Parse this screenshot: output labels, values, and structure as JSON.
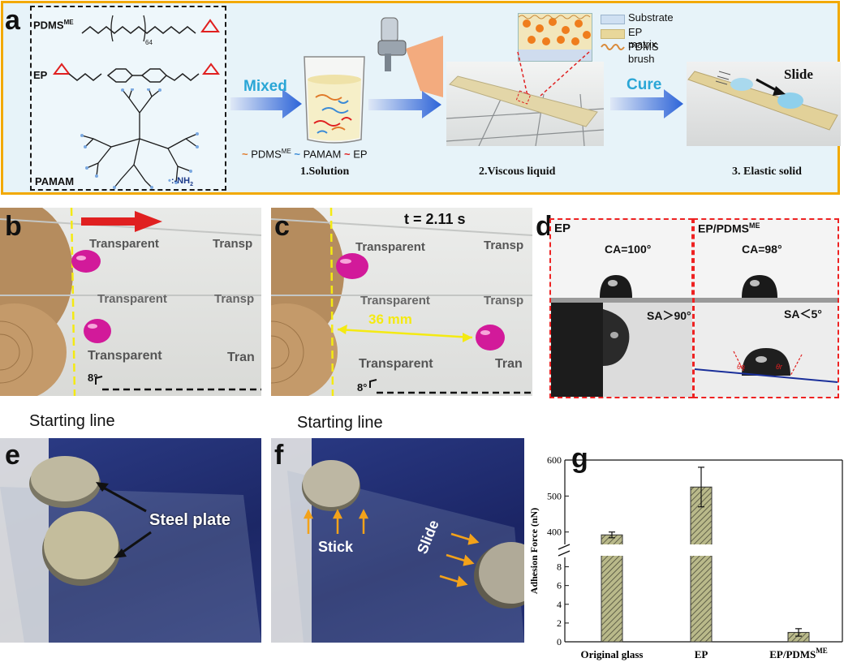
{
  "panel_a": {
    "letter": "a",
    "chem": {
      "pdms_label": "PDMS",
      "pdms_sup": "ME",
      "pdms_subscript": "64",
      "ep_label": "EP",
      "pamam_label": "PAMAM",
      "nh2_label": ":-NH",
      "nh2_sub": "2"
    },
    "arrow1_text": "Mixed",
    "arrow2_text": "Cure",
    "legend_bottom": [
      {
        "name": "PDMS",
        "sup": "ME",
        "color": "#e07a2a"
      },
      {
        "name": "PAMAM",
        "color": "#3a8ad6"
      },
      {
        "name": "EP",
        "color": "#e02020"
      }
    ],
    "legend_right": [
      {
        "name": "Substrate",
        "color": "#bcd3ea"
      },
      {
        "name": "EP matrix",
        "color": "#e8d79a"
      },
      {
        "name": "PDMS brush",
        "color": "#d98a3a"
      }
    ],
    "step1": "1.Solution",
    "step2": "2.Viscous liquid",
    "step3": "3. Elastic solid",
    "slide_label": "Slide"
  },
  "panel_b": {
    "letter": "b",
    "words": [
      "Transparent",
      "Transp",
      "Transparent",
      "Transp",
      "Transparent",
      "Tran"
    ],
    "angle": "8°",
    "caption": "Starting line"
  },
  "panel_c": {
    "letter": "c",
    "time": "t = 2.11 s",
    "distance": "36 mm",
    "words": [
      "Transparent",
      "Transp",
      "Transparent",
      "Transp",
      "Transparent",
      "Tran"
    ],
    "angle": "8°",
    "caption": "Starting line"
  },
  "panel_d": {
    "letter": "d",
    "left_title": "EP",
    "right_title": "EP/PDMS",
    "right_sup": "ME",
    "ca_left": "CA=100°",
    "ca_right": "CA=98°",
    "sa_left": "SA＞90°",
    "sa_right": "SA＜5°",
    "theta_a": "θa",
    "theta_r": "θr"
  },
  "panel_e": {
    "letter": "e",
    "label": "Steel plate"
  },
  "panel_f": {
    "letter": "f",
    "stick": "Stick",
    "slide": "Slide"
  },
  "panel_g": {
    "letter": "g",
    "ylabel": "Adhesion Force (nN)",
    "x_last_sup": "ME",
    "chart_data": {
      "type": "bar",
      "categories": [
        "Original glass",
        "EP",
        "EP/PDMS"
      ],
      "values": [
        392,
        525,
        1.0
      ],
      "errors": [
        8,
        55,
        0.4
      ],
      "ylabel": "Adhesion Force (nN)",
      "y_break": [
        9,
        370
      ],
      "ylim": [
        0,
        600
      ],
      "upper_ticks": [
        400,
        500,
        600
      ],
      "lower_ticks": [
        0,
        2,
        4,
        6,
        8
      ],
      "bar_color": "#b9b98a"
    }
  }
}
